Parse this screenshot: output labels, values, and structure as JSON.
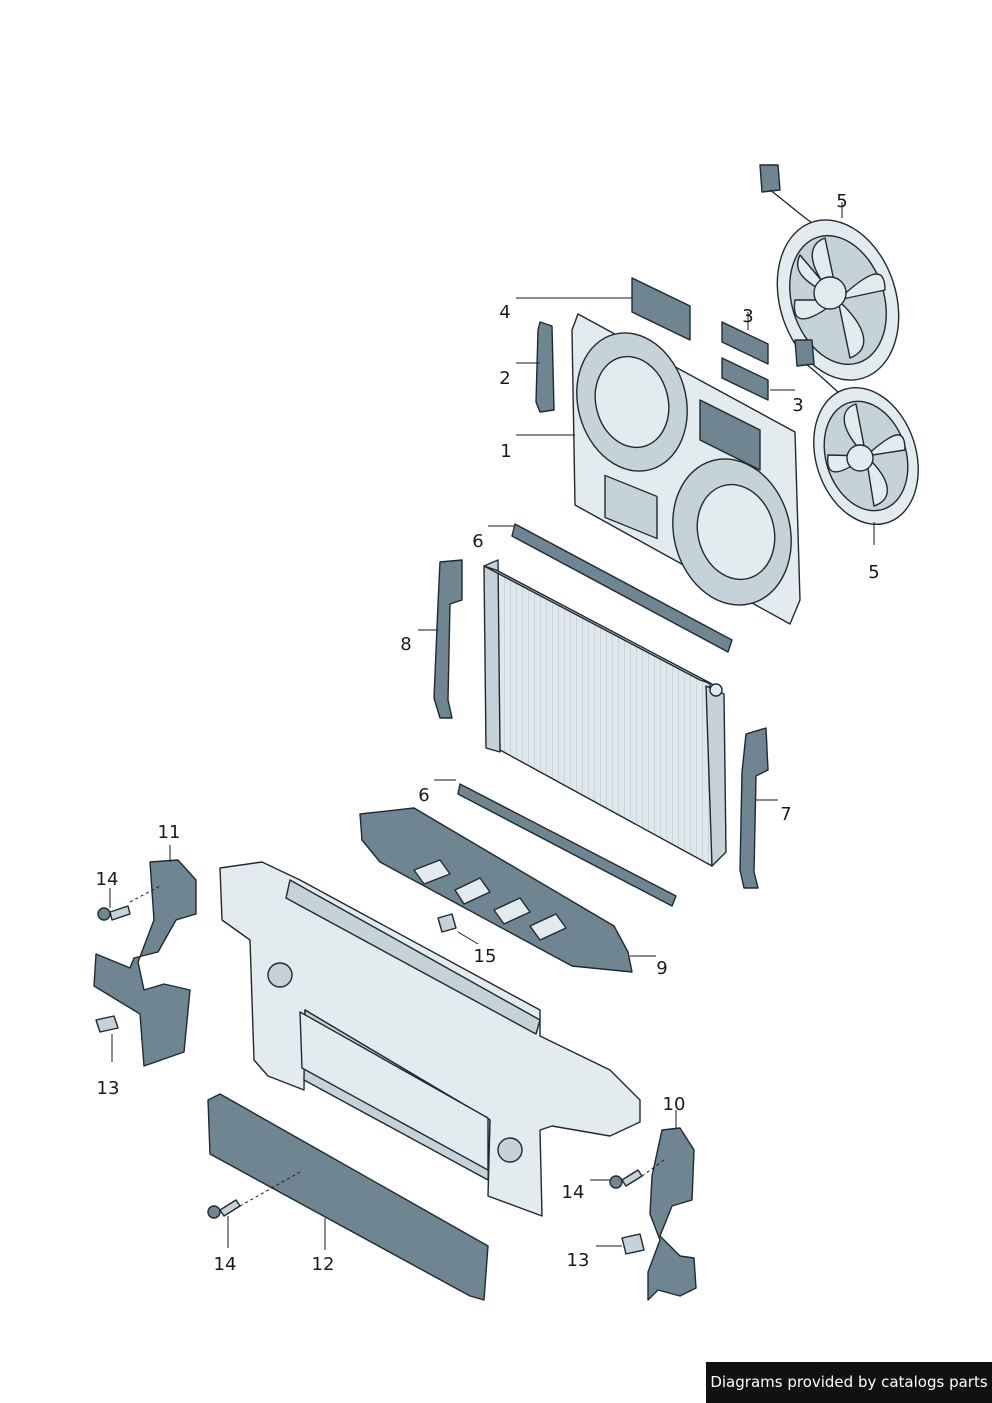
{
  "callouts": {
    "c1": "1",
    "c2": "2",
    "c3a": "3",
    "c3b": "3",
    "c4": "4",
    "c5a": "5",
    "c5b": "5",
    "c6a": "6",
    "c6b": "6",
    "c7": "7",
    "c8": "8",
    "c9": "9",
    "c10": "10",
    "c11": "11",
    "c12": "12",
    "c13a": "13",
    "c13b": "13",
    "c14a": "14",
    "c14b": "14",
    "c14c": "14",
    "c15": "15"
  },
  "credit": "Diagrams provided by catalogs parts",
  "colors": {
    "part_light": "#e4ebef",
    "part_mid": "#c5d2d9",
    "part_dark": "#6f8591",
    "outline": "#1f2a30",
    "credit_bg": "#111111",
    "credit_text": "#ffffff"
  }
}
